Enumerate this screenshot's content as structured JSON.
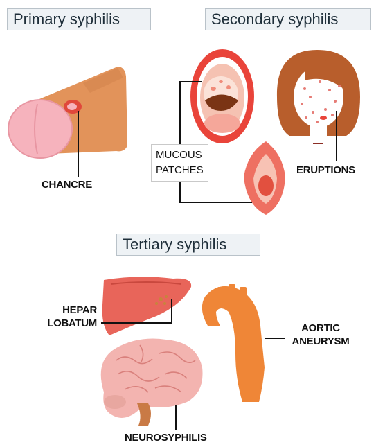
{
  "sections": {
    "primary": "Primary syphilis",
    "secondary": "Secondary syphilis",
    "tertiary": "Tertiary syphilis"
  },
  "callouts": {
    "chancre": "CHANCRE",
    "mucous_line1": "MUCOUS",
    "mucous_line2": "PATCHES",
    "eruptions": "ERUPTIONS",
    "hepar_line1": "HEPAR",
    "hepar_line2": "LOBATUM",
    "aortic_line1": "AORTIC",
    "aortic_line2": "ANEURYSM",
    "neuro": "NEUROSYPHILIS"
  },
  "colors": {
    "skin": "#e2935a",
    "glans": "#f6b3bd",
    "lesion": "#e0483b",
    "mouth_red": "#e9443a",
    "hair": "#b85e2c",
    "liver": "#e8655a",
    "brain": "#f3b4b0",
    "aorta": "#ef8637"
  }
}
